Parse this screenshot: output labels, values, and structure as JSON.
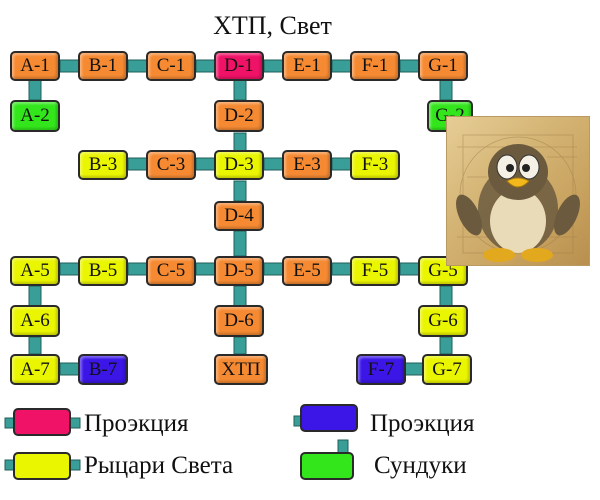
{
  "map": {
    "title": "ХТП, Свет",
    "rooms": {
      "A-1": "A-1",
      "B-1": "B-1",
      "C-1": "C-1",
      "D-1": "D-1",
      "E-1": "E-1",
      "F-1": "F-1",
      "G-1": "G-1",
      "A-2": "A-2",
      "D-2": "D-2",
      "G-2": "G-2",
      "B-3": "B-3",
      "C-3": "C-3",
      "D-3": "D-3",
      "E-3": "E-3",
      "F-3": "F-3",
      "D-4": "D-4",
      "A-5": "A-5",
      "B-5": "B-5",
      "C-5": "C-5",
      "D-5": "D-5",
      "E-5": "E-5",
      "F-5": "F-5",
      "G-5": "G-5",
      "A-6": "A-6",
      "D-6": "D-6",
      "G-6": "G-6",
      "A-7": "A-7",
      "B-7": "B-7",
      "XTP": "ХТП",
      "F-7": "F-7",
      "G-7": "G-7"
    },
    "colors": {
      "plain_room": "#f58a33",
      "projection_light": "#f01266",
      "projection_dark": "#3b16e6",
      "knights_of_light": "#eaf500",
      "chests": "#33e61c",
      "connector": "#3a9e98"
    }
  },
  "legend": {
    "projection_light": "Проэкция",
    "knights_of_light": "Рыцари Света",
    "projection_dark": "Проэкция",
    "chests": "Сундуки"
  },
  "picture": {
    "icon": "penguin-icon"
  }
}
